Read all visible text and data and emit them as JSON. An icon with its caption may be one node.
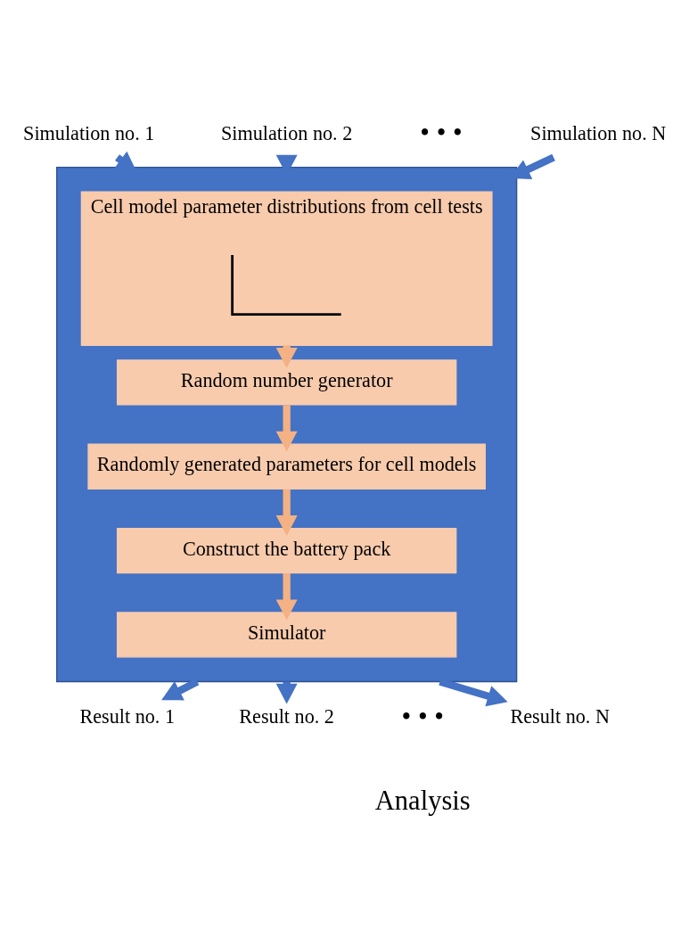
{
  "diagram": {
    "nodes": [
      {
        "text": [
          "Simulation no. 1"
        ]
      },
      {
        "text": [
          "Simulation no. 2"
        ]
      },
      {
        "text": [
          "Simulation no. N"
        ]
      },
      {
        "text": [],
        "shape": "box"
      },
      {
        "text": [
          "Cell model parameter distributions from cell tests"
        ],
        "in": 3
      },
      {
        "text": [],
        "shape": "picture",
        "in": 4
      },
      {
        "text": [
          "Random number generator"
        ],
        "in": 3
      },
      {
        "text": [
          "Randomly generated parameters for cell models"
        ],
        "in": 3
      },
      {
        "text": [
          "Construct the battery pack"
        ],
        "in": 3
      },
      {
        "text": [
          "Simulator"
        ],
        "in": 3
      },
      {
        "text": [
          "Result no. 1"
        ]
      },
      {
        "text": [
          "Result no. 2"
        ]
      },
      {
        "text": [
          "Result no. N"
        ]
      }
    ],
    "edges": [
      {
        "from": 0,
        "to": 3,
        "arrow": "to"
      },
      {
        "from": 1,
        "to": 3,
        "arrow": "to"
      },
      {
        "from": 2,
        "to": 3,
        "arrow": "to"
      },
      {
        "from": 4,
        "to": 6,
        "arrow": "to",
        "color": "#f4b183"
      },
      {
        "from": 6,
        "to": 7,
        "arrow": "to",
        "color": "#f4b183"
      },
      {
        "from": 7,
        "to": 8,
        "arrow": "to",
        "color": "#f4b183"
      },
      {
        "from": 8,
        "to": 9,
        "arrow": "to",
        "color": "#f4b183"
      },
      {
        "from": 3,
        "to": 10,
        "arrow": "to"
      },
      {
        "from": 3,
        "to": 11,
        "arrow": "to"
      },
      {
        "from": 3,
        "to": 12,
        "arrow": "to"
      }
    ],
    "labels": [
      "• • •",
      "• • •",
      "Analysis"
    ]
  }
}
